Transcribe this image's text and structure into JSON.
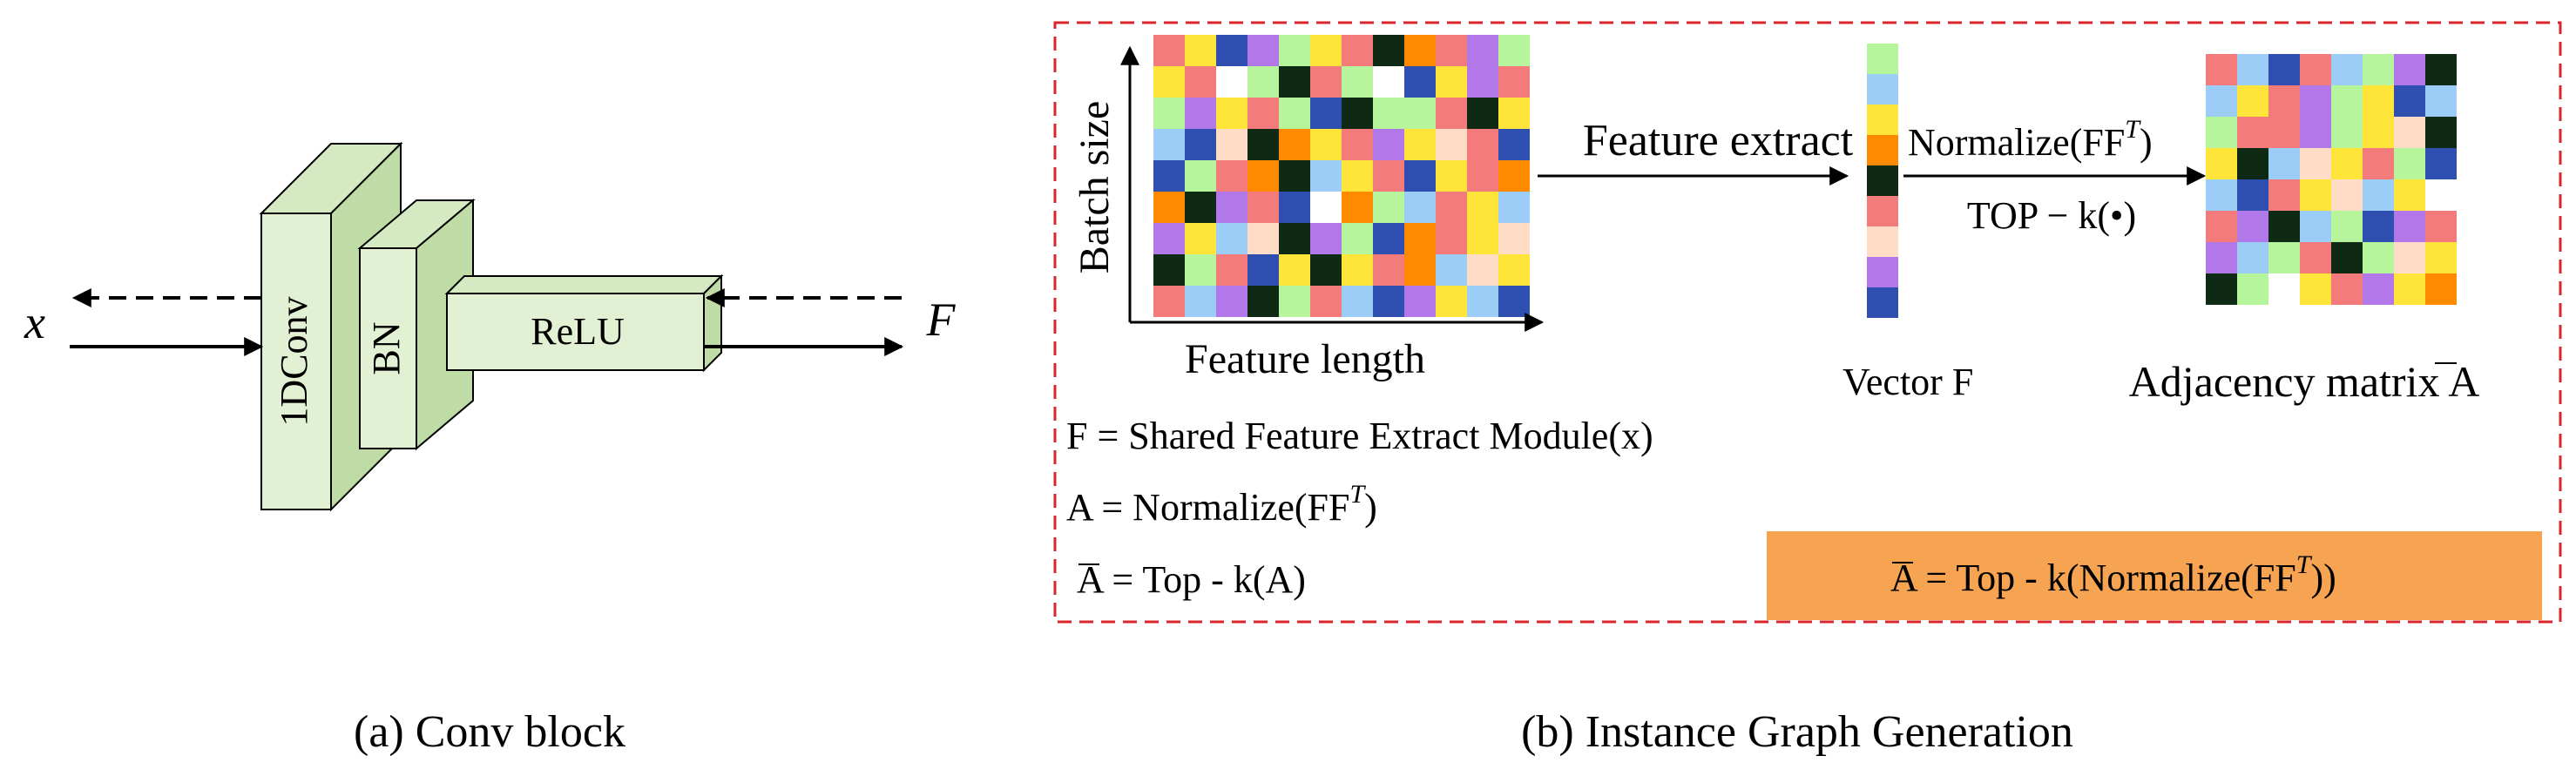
{
  "panel_a": {
    "caption": "(a) Conv block",
    "input_label": "x",
    "output_label": "F",
    "layers": [
      "1DConv",
      "BN",
      "ReLU"
    ]
  },
  "panel_b": {
    "caption": "(b) Instance Graph Generation",
    "batch_axis_label": "Batch size",
    "feature_axis_label": "Feature length",
    "feature_extract_label": "Feature extract",
    "vector_label": "Vector F",
    "normalize_label": "Normalize(FF",
    "normalize_sup": "T",
    "normalize_close": ")",
    "topk_label": "TOP − k(•)",
    "adjacency_label": "Adjacency matrix A",
    "equations": {
      "eq1": "F = Shared Feature Extract Module(x)",
      "eq2": "A = Normalize(FF",
      "eq2_sup": "T",
      "eq2_close": ")",
      "eq3": "A = Top - k(A)"
    },
    "highlight_equation": "A = Top - k(Normalize(FF",
    "highlight_sup": "T",
    "highlight_close": "))",
    "colors": {
      "dashed_border": "#d9262a",
      "highlight_fill": "#f6a452",
      "block_fill": "#e2f0d3",
      "block_side": "#c6dfb0",
      "block_stroke": "#000000"
    },
    "palette": {
      "r": "#f47b7b",
      "y": "#ffe53a",
      "b": "#2f4fb0",
      "p": "#b277e8",
      "g": "#b7f59c",
      "k": "#0f2a14",
      "o": "#ff8a00",
      "l": "#9ccdf6",
      "w": "#ffffff",
      "s": "#ffdcc6"
    },
    "batch_matrix": [
      "rybpgyrkorpg",
      "yrwgkrgwbypr",
      "gpyrgbkggrky",
      "lbskoyrpysrb",
      "bgroklyrbyro",
      "okprbwoglryl",
      "pylskpgborys",
      "kgrbykyrolsy",
      "rlpkgrlbpylb"
    ],
    "vector_f": [
      "g",
      "l",
      "y",
      "o",
      "k",
      "r",
      "s",
      "p",
      "b"
    ],
    "adjacency_matrix": [
      "rlbrlgpk",
      "lyrpgybl",
      "grrpgysk",
      "yklsyrgb",
      "lbryslyw",
      "rpklgbpr",
      "plgrkgsy",
      "kgwyrpyo"
    ]
  }
}
